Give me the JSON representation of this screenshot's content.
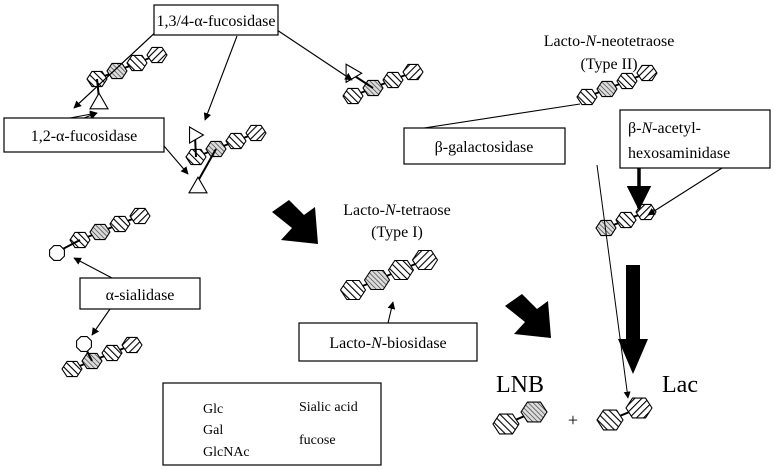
{
  "enzymes": {
    "fucosidase_134": "1,3/4-α-fucosidase",
    "fucosidase_12": "1,2-α-fucosidase",
    "sialidase": "α-sialidase",
    "biosidase_prefix": "Lacto-",
    "biosidase_italic": "N",
    "biosidase_suffix": "-biosidase",
    "galactosidase": "β-galactosidase",
    "hexosaminidase_line1_prefix": "β-",
    "hexosaminidase_line1_italic": "N",
    "hexosaminidase_line1_suffix": "-acetyl-",
    "hexosaminidase_line2": "hexosaminidase"
  },
  "substrates": {
    "lnt_prefix": "Lacto-",
    "lnt_italic": "N",
    "lnt_suffix": "-tetraose",
    "lnt_type": "(Type I)",
    "lnnt_prefix": "Lacto-",
    "lnnt_italic": "N",
    "lnnt_suffix": "-neotetraose",
    "lnnt_type": "(Type II)"
  },
  "products": {
    "lnb": "LNB",
    "plus": "+",
    "lac": "Lac"
  },
  "legend": {
    "glc": "Glc",
    "gal": "Gal",
    "glcnac": "GlcNAc",
    "sialic": "Sialic acid",
    "fucose": "fucose"
  }
}
